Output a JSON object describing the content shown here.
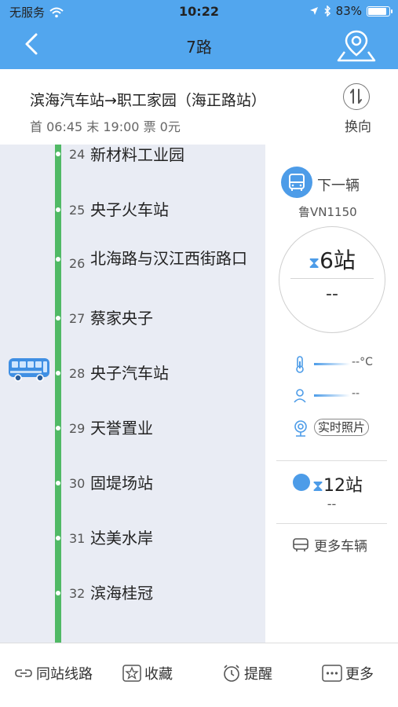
{
  "status_bar": {
    "carrier": "无服务",
    "time": "10:22",
    "battery": "83%",
    "battery_level": 0.83
  },
  "nav": {
    "title": "7路"
  },
  "route": {
    "name": "滨海汽车站→职工家园（海正路站）",
    "times": "首 06:45 末 19:00 票 0元",
    "reverse_label": "换向"
  },
  "stations": [
    {
      "num": "24",
      "name": "新材料工业园"
    },
    {
      "num": "25",
      "name": "央子火车站"
    },
    {
      "num": "26",
      "name": "北海路与汉江西街路口"
    },
    {
      "num": "27",
      "name": "蔡家央子"
    },
    {
      "num": "28",
      "name": "央子汽车站"
    },
    {
      "num": "29",
      "name": "天誉置业"
    },
    {
      "num": "30",
      "name": "固堤场站"
    },
    {
      "num": "31",
      "name": "达美水岸"
    },
    {
      "num": "32",
      "name": "滨海桂冠"
    }
  ],
  "panel": {
    "next_bus_label": "下一辆",
    "plate": "鲁VN1150",
    "stops_away": "6站",
    "eta": "--",
    "temperature": "--°C",
    "passengers": "--",
    "photo_label": "实时照片",
    "second_bus_stops": "12站",
    "second_bus_eta": "--",
    "more_buses_label": "更多车辆"
  },
  "toolbar": {
    "same_stop_lines": "同站线路",
    "favorite": "收藏",
    "reminder": "提醒",
    "more": "更多"
  },
  "colors": {
    "primary": "#52a6ee",
    "line_green": "#50b965",
    "accent_blue": "#4d9ce8"
  }
}
